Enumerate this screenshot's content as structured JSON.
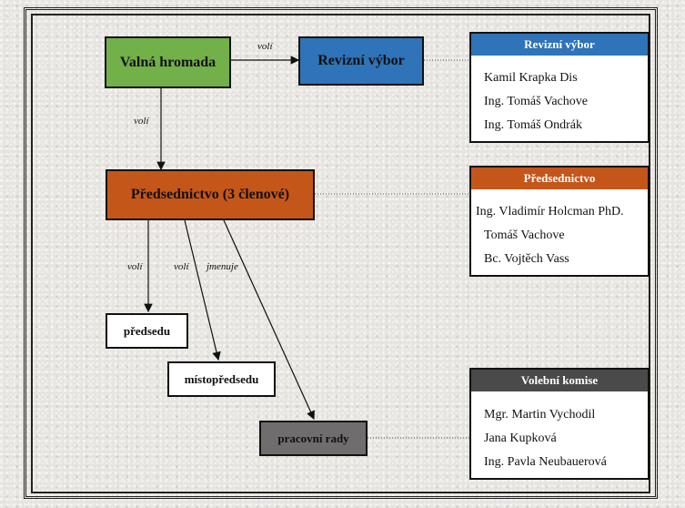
{
  "nodes": {
    "valna_hromada": "Valná hromada",
    "revizni_vybor": "Revizní výbor",
    "predsednictvo": "Předsednictvo (3 členové)",
    "predsedu": "předsedu",
    "mistopredsedu": "místopředsedu",
    "pracovni_rady": "pracovní rady"
  },
  "edge_labels": {
    "vh_rv": "volí",
    "vh_p": "volí",
    "p_predsedu": "volí",
    "p_misto": "volí",
    "p_rady": "jmenuje"
  },
  "panels": {
    "revizni": {
      "title": "Revizní výbor",
      "members": [
        "Kamil Krapka Dis",
        "Ing. Tomáš Vachove",
        "Ing. Tomáš Ondrák"
      ]
    },
    "predsednictvo": {
      "title": "Předsednictvo",
      "members": [
        "Ing. Vladimír Holcman PhD.",
        "Tomáš Vachove",
        "Bc. Vojtěch Vass"
      ]
    },
    "volebni": {
      "title": "Volební komise",
      "members": [
        "Mgr. Martin Vychodil",
        "Jana Kupková",
        "Ing. Pavla Neubauerová"
      ]
    }
  },
  "colors": {
    "green": "#72b04a",
    "blue": "#2f73b8",
    "orange": "#c5561a",
    "gray": "#6f6d6d",
    "dark_gray": "#4a4a4a"
  }
}
